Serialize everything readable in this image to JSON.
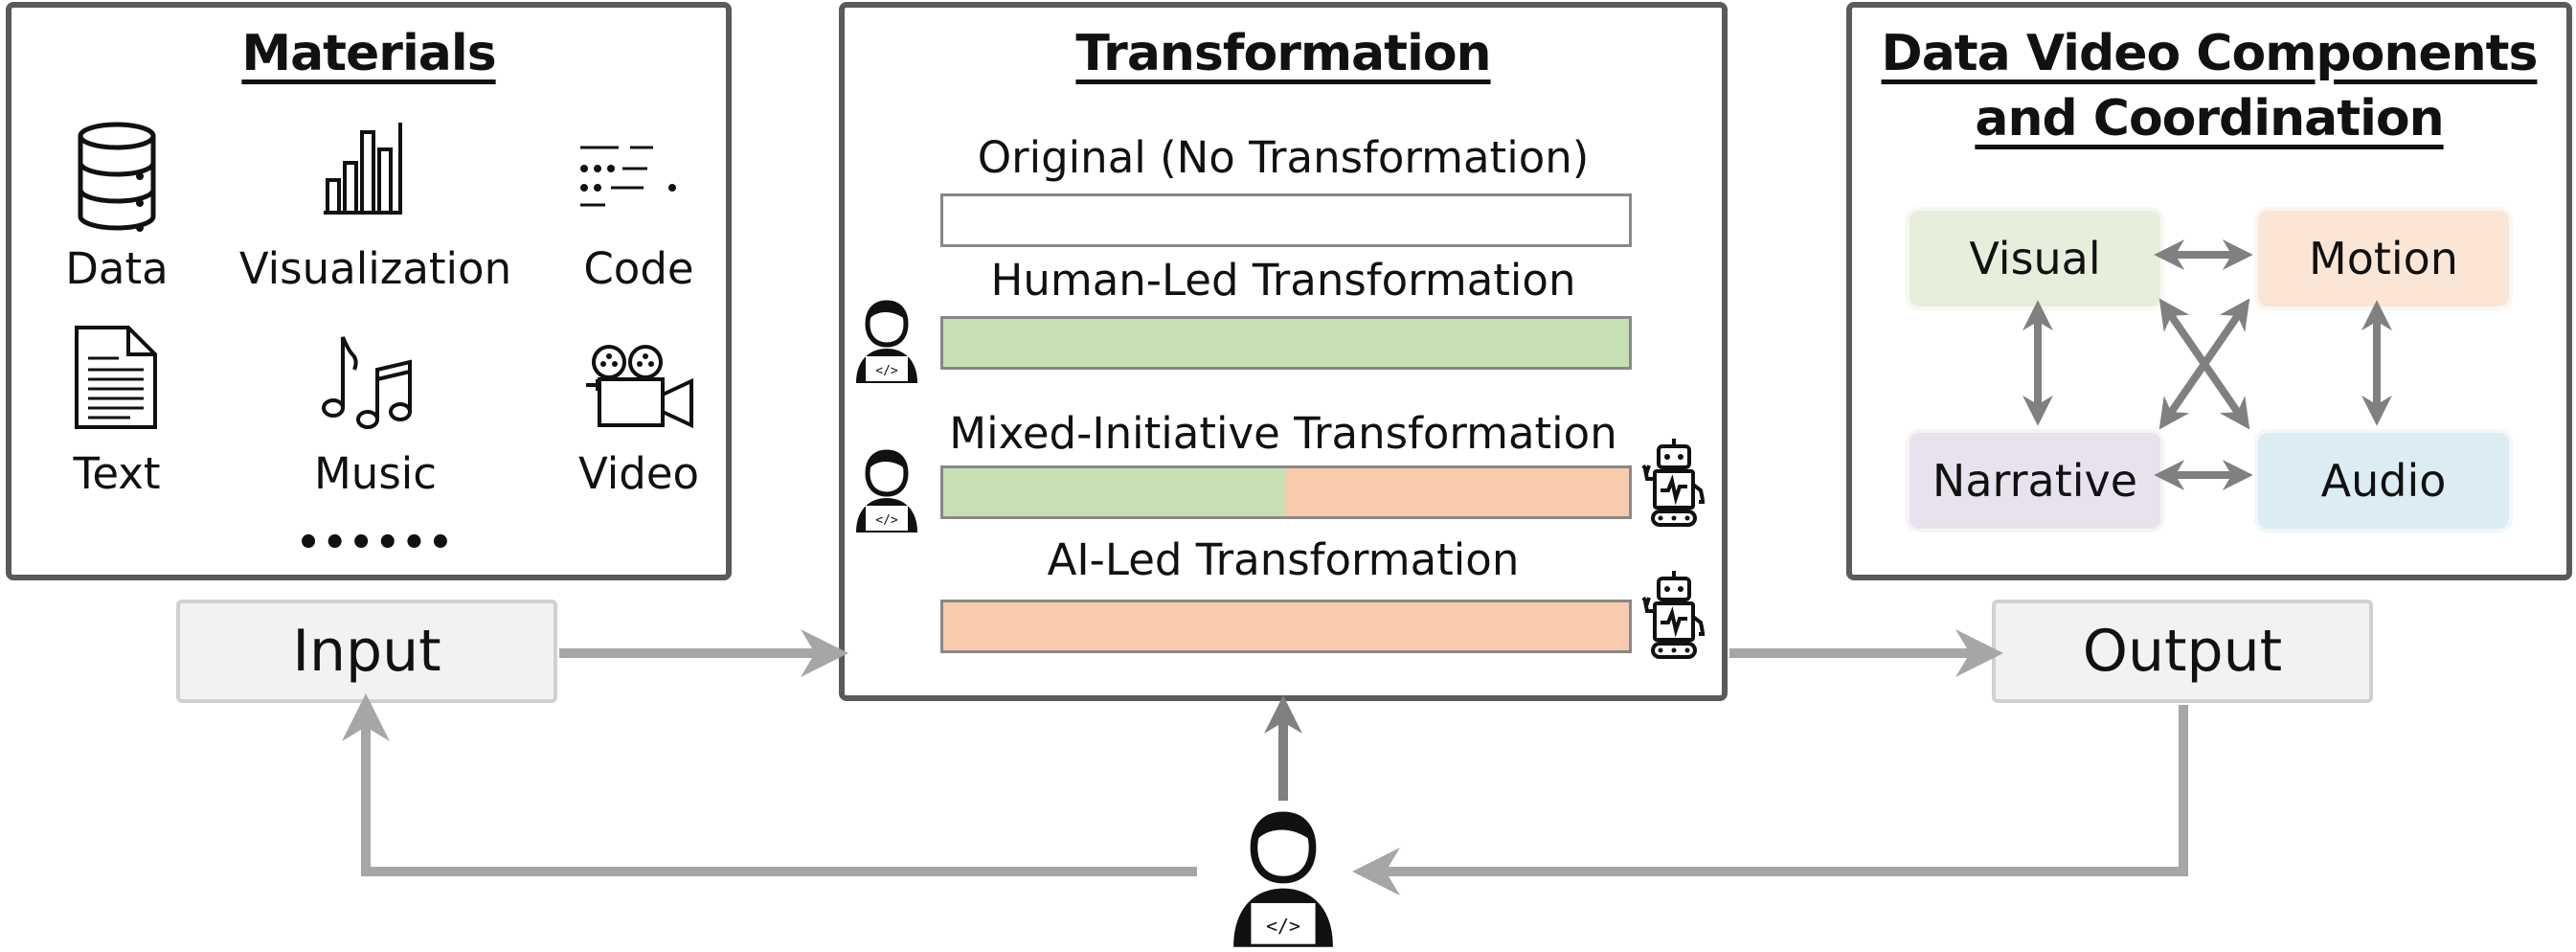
{
  "materials": {
    "title": "Materials",
    "items": [
      {
        "label": "Data",
        "icon": "database-icon"
      },
      {
        "label": "Visualization",
        "icon": "bar-chart-icon"
      },
      {
        "label": "Code",
        "icon": "code-icon"
      },
      {
        "label": "Text",
        "icon": "document-icon"
      },
      {
        "label": "Music",
        "icon": "music-icon"
      },
      {
        "label": "Video",
        "icon": "video-camera-icon"
      }
    ],
    "more": "••••••"
  },
  "transformation": {
    "title": "Transformation",
    "rows": [
      {
        "label": "Original (No Transformation)",
        "human_share": 0,
        "ai_share": 0
      },
      {
        "label": "Human-Led Transformation",
        "human_share": 1.0,
        "ai_share": 0
      },
      {
        "label": "Mixed-Initiative Transformation",
        "human_share": 0.5,
        "ai_share": 0.5
      },
      {
        "label": "AI-Led Transformation",
        "human_share": 0,
        "ai_share": 1.0
      }
    ]
  },
  "components": {
    "title_line1": "Data Video Components",
    "title_line2": "and Coordination",
    "nodes": [
      {
        "label": "Visual",
        "color": "#e8eedc"
      },
      {
        "label": "Motion",
        "color": "#fbe6d6"
      },
      {
        "label": "Narrative",
        "color": "#e7e2ee"
      },
      {
        "label": "Audio",
        "color": "#dcecf3"
      }
    ]
  },
  "flow": {
    "input_label": "Input",
    "output_label": "Output"
  },
  "colors": {
    "human": "#c6e0b4",
    "ai": "#f8cbad",
    "arrow": "#a6a6a6",
    "panel_border": "#5a5a5a"
  }
}
